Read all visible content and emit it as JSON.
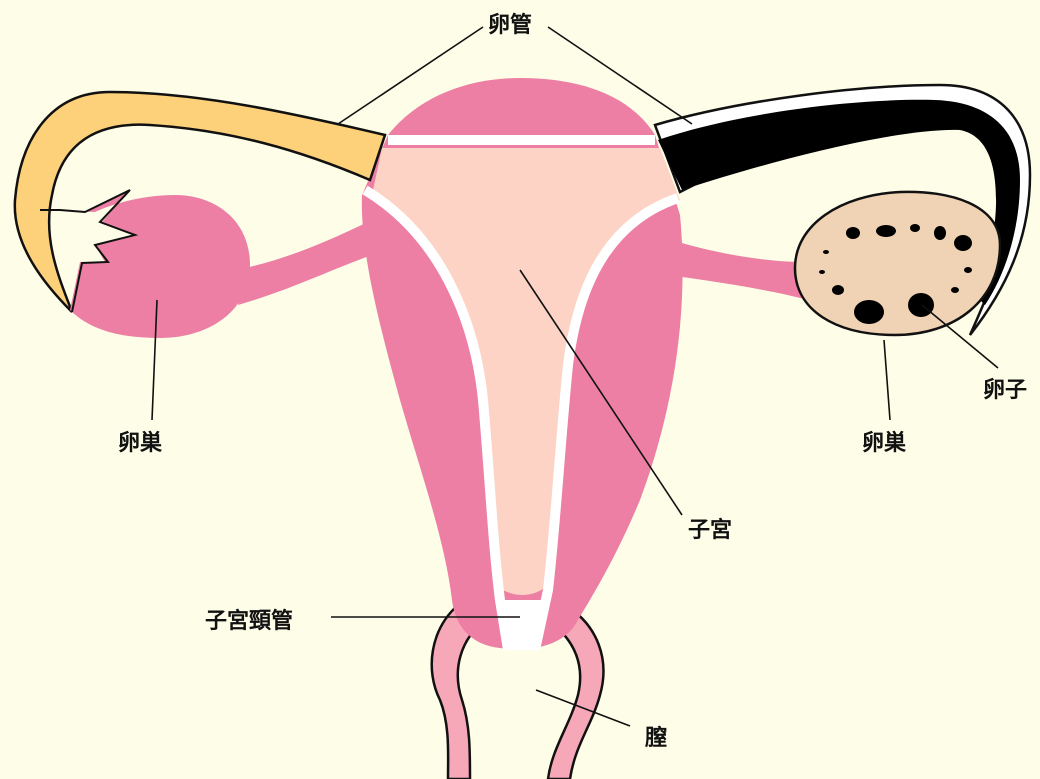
{
  "labels": {
    "fallopian_tube": "卵管",
    "ovary_left": "卵巣",
    "ovary_right": "卵巣",
    "uterus": "子宮",
    "cervical_canal": "子宮頸管",
    "vagina": "膣",
    "egg": "卵子"
  },
  "colors": {
    "background": "#fdfde8",
    "uterus_pink": "#ec7fa3",
    "inner_cavity": "#fdd3c6",
    "tube_yellow": "#fdd07a",
    "ovary_beige": "#f0d2b4",
    "vagina_pink": "#f6a7b8",
    "outline": "#000000"
  }
}
